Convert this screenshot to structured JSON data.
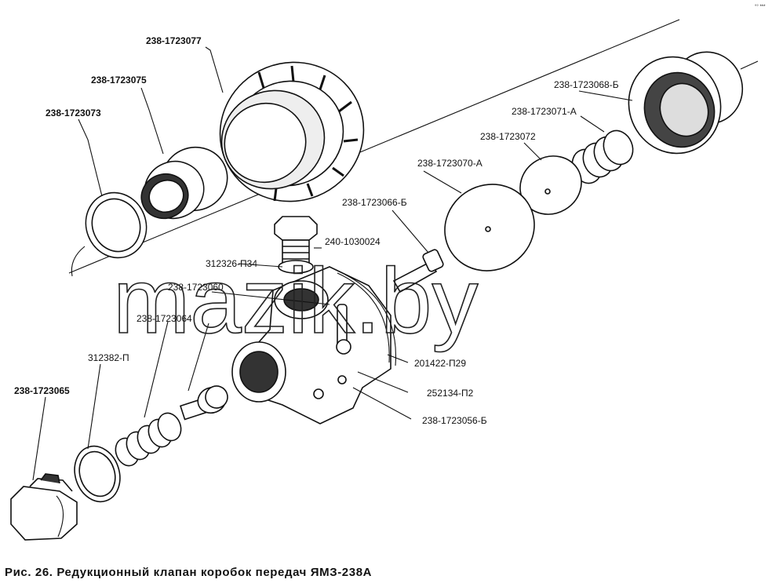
{
  "caption": "Рис. 26. Редукционный клапан коробок передач ЯМЗ-238А",
  "watermark": "mazik.by",
  "corner_mark": "°° ***",
  "part_labels": {
    "p238_1723077": "238-1723077",
    "p238_1723075": "238-1723075",
    "p238_1723073": "238-1723073",
    "p238_1723068_b": "238-1723068-Б",
    "p238_1723071_a": "238-1723071-А",
    "p238_1723072": "238-1723072",
    "p238_1723070_a": "238-1723070-А",
    "p238_1723066_b": "238-1723066-Б",
    "p240_1030024": "240-1030024",
    "p312326_p34": "312326-П34",
    "p238_1723060": "238-1723060",
    "p238_1723064": "238-1723064",
    "p312382_p": "312382-П",
    "p238_1723065": "238-1723065",
    "p201422_p29": "201422-П29",
    "p252134_p2": "252134-П2",
    "p238_1723056_b": "238-1723056-Б"
  }
}
